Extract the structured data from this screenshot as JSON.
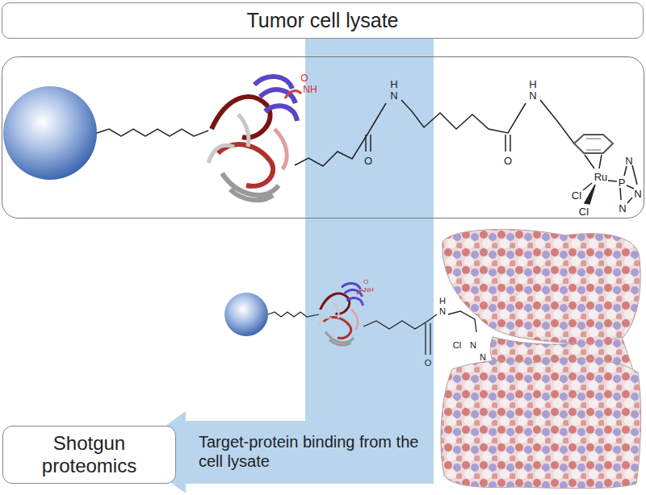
{
  "diagram": {
    "nodes": [
      {
        "text": [
          "Tumor cell lysate"
        ]
      },
      {
        "text": [
          "Target-protein binding from the cell lysate"
        ]
      },
      {
        "text": [
          "Shotgun proteomics"
        ]
      }
    ],
    "labels": [
      "O",
      "NH",
      "H",
      "N",
      "O",
      "H",
      "N",
      "O",
      "Ru",
      "Cl",
      "Cl",
      "P",
      "N",
      "N",
      "N",
      "O",
      "NH",
      "H",
      "N",
      "O",
      "Cl",
      "N",
      "N"
    ]
  }
}
